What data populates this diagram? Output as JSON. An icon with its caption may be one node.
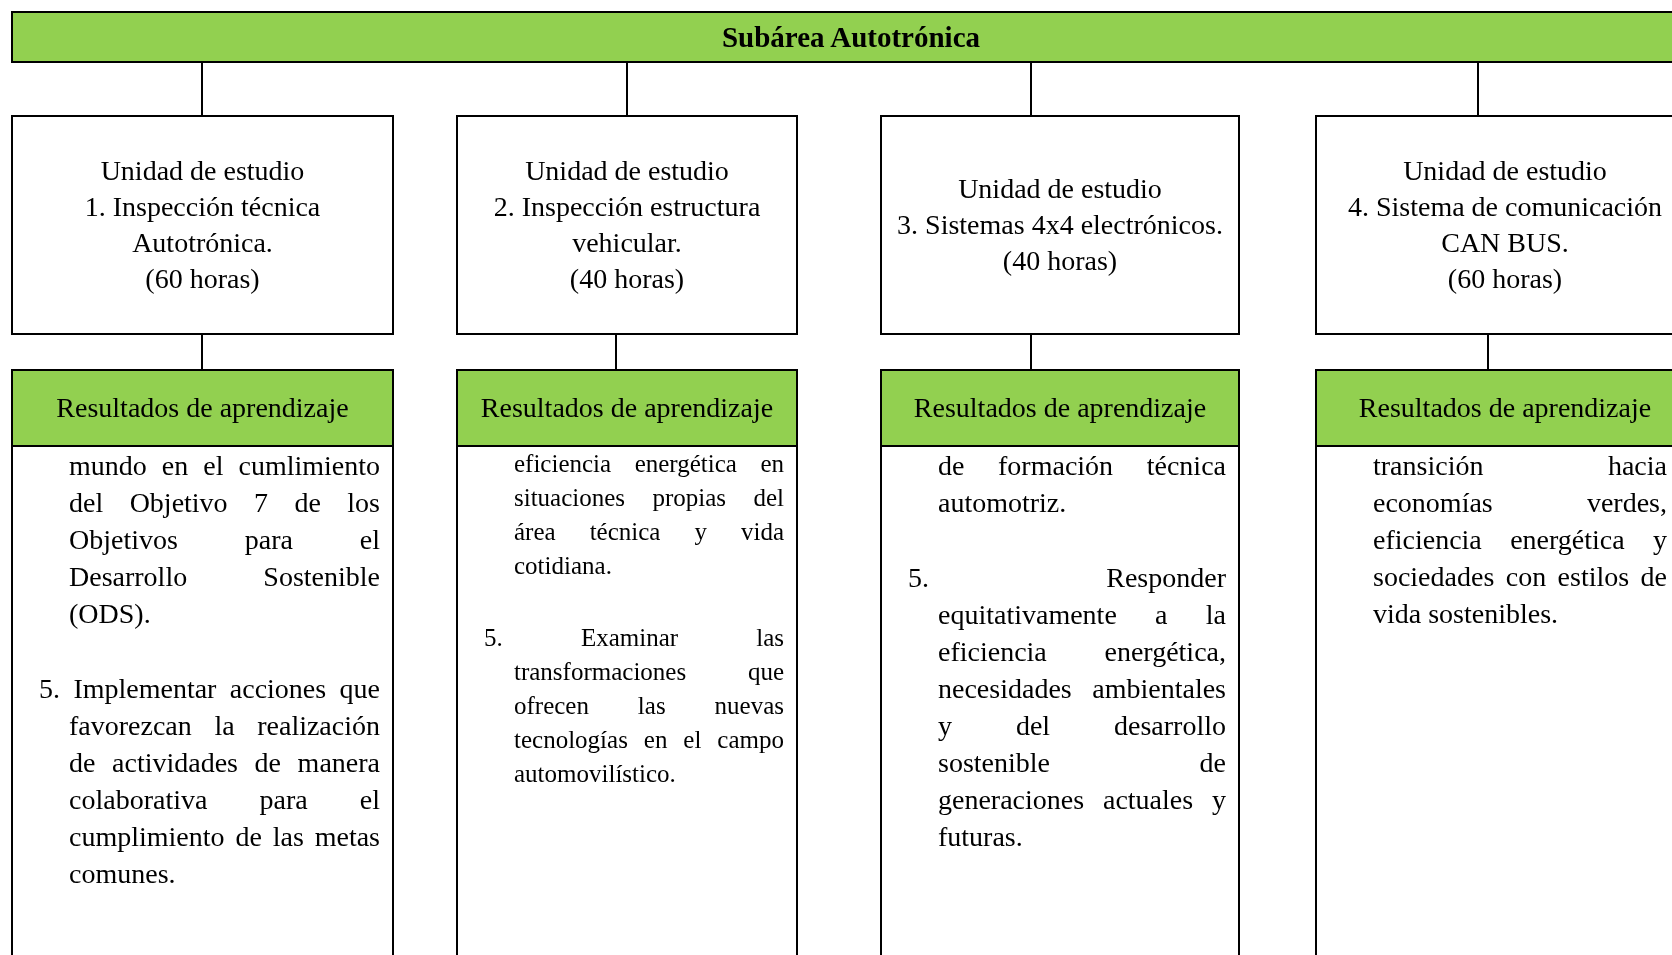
{
  "diagram": {
    "nodes": [
      {
        "text": [
          "Subárea Autotrónica"
        ]
      },
      {
        "text": [
          "Unidad de estudio",
          "1. Inspección técnica Autotrónica.",
          "(60 horas)"
        ]
      },
      {
        "text": [
          "Unidad de estudio",
          "2. Inspección estructura vehicular.",
          "(40 horas)"
        ]
      },
      {
        "text": [
          "Unidad de estudio",
          "3. Sistemas 4x4 electrónicos.",
          "(40 horas)"
        ]
      },
      {
        "text": [
          "Unidad de estudio",
          "4. Sistema de comunicación CAN BUS.",
          "(60 horas)"
        ]
      },
      {
        "text": [
          "Resultados de aprendizaje",
          "mundo en el cumlimiento del Objetivo 7 de los Objetivos para el Desarrollo Sostenible (ODS).",
          "5. Implementar acciones que favorezcan la realización de actividades de manera colaborativa para el cumplimiento de las metas comunes."
        ]
      },
      {
        "text": [
          "Resultados de aprendizaje",
          "eficiencia energética en situaciones propias del área técnica y vida cotidiana.",
          "5. Examinar las transformaciones que ofrecen las nuevas tecnologías en el campo automovilístico."
        ]
      },
      {
        "text": [
          "Resultados de aprendizaje",
          "de formación técnica automotriz.",
          "5. Responder equitativamente a la eficiencia energética, necesidades ambientales y del desarrollo sostenible de generaciones actuales y futuras."
        ]
      },
      {
        "text": [
          "Resultados de aprendizaje",
          "transición hacia economías verdes, eficiencia energética y sociedades con estilos de vida sostenibles."
        ]
      }
    ],
    "edges": [
      {
        "from": 0,
        "to": 1,
        "arrow": "none"
      },
      {
        "from": 0,
        "to": 2,
        "arrow": "none"
      },
      {
        "from": 0,
        "to": 3,
        "arrow": "none"
      },
      {
        "from": 0,
        "to": 4,
        "arrow": "none"
      },
      {
        "from": 1,
        "to": 5,
        "arrow": "none"
      },
      {
        "from": 2,
        "to": 6,
        "arrow": "none"
      },
      {
        "from": 3,
        "to": 7,
        "arrow": "none"
      },
      {
        "from": 4,
        "to": 8,
        "arrow": "none"
      }
    ]
  }
}
